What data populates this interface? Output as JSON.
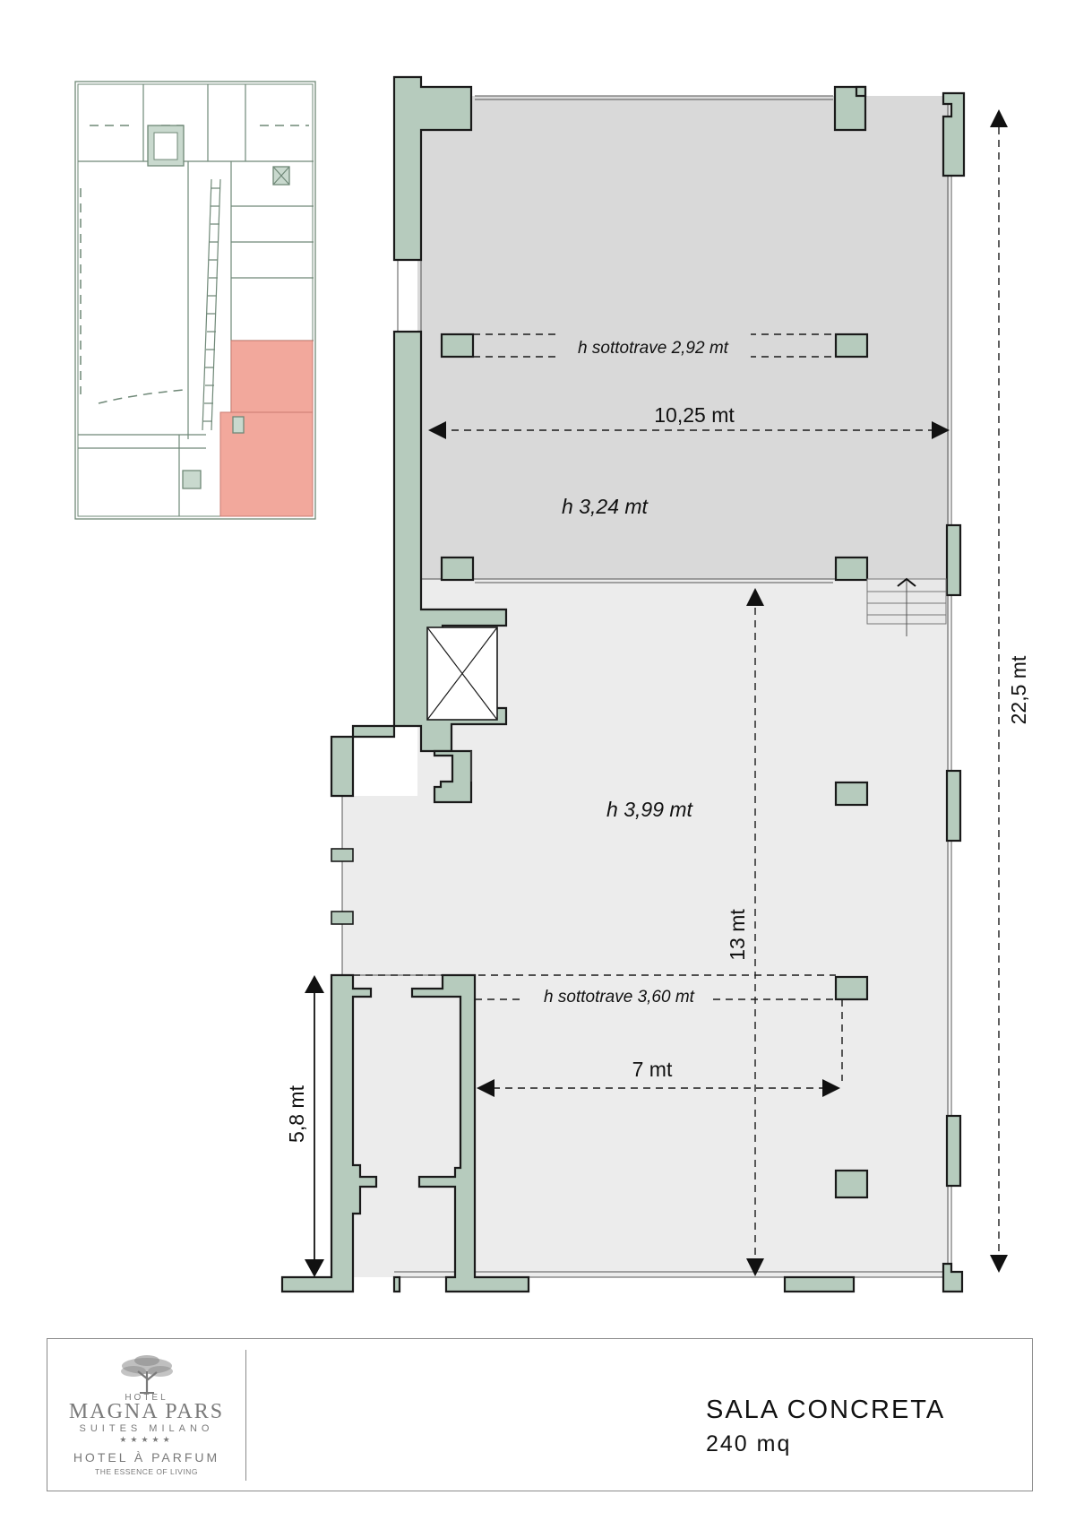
{
  "plan": {
    "dimensions": {
      "width_top": "10,25 mt",
      "total_length": "22,5 mt",
      "lower_length": "13 mt",
      "lower_width": "7 mt",
      "side_length": "5,8 mt"
    },
    "heights": {
      "upper_room": "h 3,24 mt",
      "lower_room": "h 3,99 mt",
      "beam_upper": "h sottotrave 2,92 mt",
      "beam_lower": "h sottotrave 3,60 mt"
    },
    "colors": {
      "wall": "#b6cbbd",
      "room_upper": "#d9d9d9",
      "room_lower": "#ececec",
      "highlight": "#f2a89c"
    }
  },
  "footer": {
    "logo": {
      "hotel_small": "HOTEL",
      "brand": "MAGNA PARS",
      "subtitle": "SUITES MILANO",
      "stars": "★★★★★",
      "parfum": "HOTEL À PARFUM",
      "tagline": "THE ESSENCE OF LIVING"
    },
    "room_name": "SALA CONCRETA",
    "room_area": "240 mq"
  }
}
